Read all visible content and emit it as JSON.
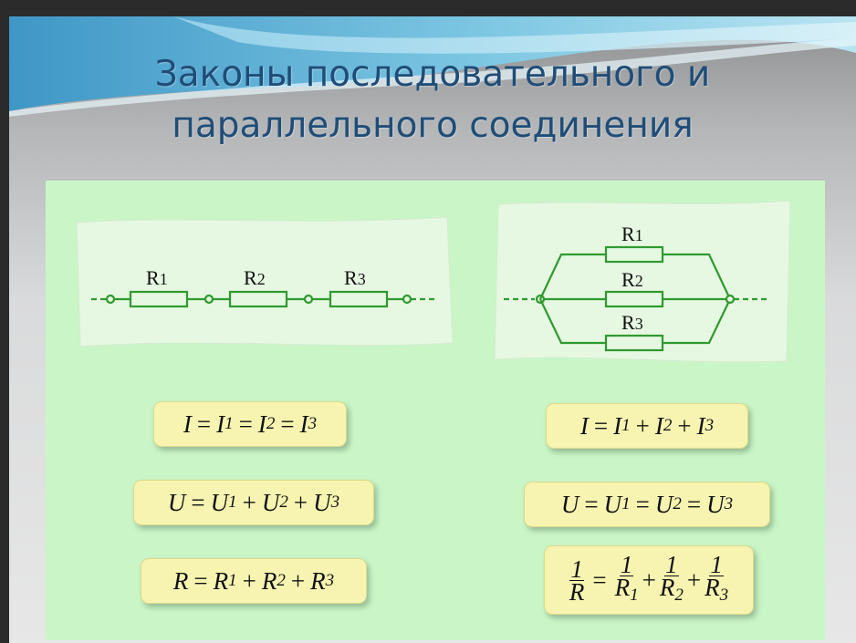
{
  "title": {
    "line1": "Законы последовательного и",
    "line2": "параллельного соединения"
  },
  "series_circuit": {
    "labels": [
      "R1",
      "R2",
      "R3"
    ]
  },
  "parallel_circuit": {
    "labels": [
      "R1",
      "R2",
      "R3"
    ]
  },
  "formulas": {
    "series_current": "I = I1 = I2 = I3",
    "series_voltage": "U = U1 + U2 + U3",
    "series_resistance": "R = R1 + R2 + R3",
    "parallel_current": "I = I1 + I2 + I3",
    "parallel_voltage": "U = U1 = U2 = U3",
    "parallel_resistance": "1/R = 1/R1 + 1/R2 + 1/R3"
  },
  "colors": {
    "title": "#1f4d78",
    "panel": "#c9f5c7",
    "wire": "#2f9a2f",
    "formula_box": "#f6f4b0"
  }
}
